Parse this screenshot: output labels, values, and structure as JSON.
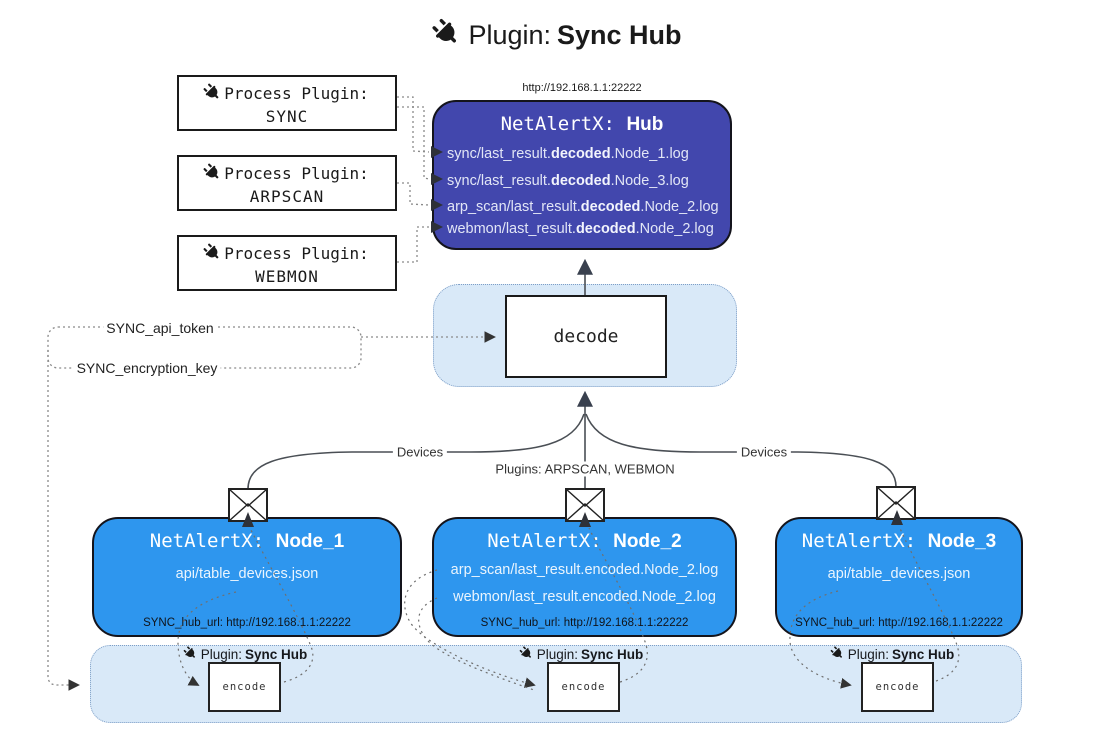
{
  "title": {
    "icon": "plug-icon",
    "prefix": "Plugin:",
    "name": "Sync Hub"
  },
  "process_plugins": {
    "label": "Process Plugin:",
    "items": [
      {
        "name": "SYNC"
      },
      {
        "name": "ARPSCAN"
      },
      {
        "name": "WEBMON"
      }
    ]
  },
  "hub": {
    "url": "http://192.168.1.1:22222",
    "title_prefix": "NetAlertX:",
    "title_name": "Hub",
    "files": [
      {
        "pre": "sync/last_result.",
        "bold": "decoded",
        "post": ".Node_1.log"
      },
      {
        "pre": "sync/last_result.",
        "bold": "decoded",
        "post": ".Node_3.log"
      },
      {
        "pre": "arp_scan/last_result.",
        "bold": "decoded",
        "post": ".Node_2.log"
      },
      {
        "pre": "webmon/last_result.",
        "bold": "decoded",
        "post": ".Node_2.log"
      }
    ]
  },
  "decode_block": {
    "label": "decode"
  },
  "config": {
    "api_token": "SYNC_api_token",
    "encryption_key": "SYNC_encryption_key"
  },
  "edge_labels": {
    "devices_left": "Devices",
    "plugins_center": "Plugins: ARPSCAN, WEBMON",
    "devices_right": "Devices"
  },
  "nodes": [
    {
      "title_prefix": "NetAlertX:",
      "title_name": "Node_1",
      "files": [
        "api/table_devices.json"
      ],
      "hub_url": "SYNC_hub_url: http://192.168.1.1:22222"
    },
    {
      "title_prefix": "NetAlertX:",
      "title_name": "Node_2",
      "files": [
        "arp_scan/last_result.encoded.Node_2.log",
        "webmon/last_result.encoded.Node_2.log"
      ],
      "hub_url": "SYNC_hub_url: http://192.168.1.1:22222"
    },
    {
      "title_prefix": "NetAlertX:",
      "title_name": "Node_3",
      "files": [
        "api/table_devices.json"
      ],
      "hub_url": "SYNC_hub_url: http://192.168.1.1:22222"
    }
  ],
  "encode_strip": {
    "plugin_prefix": "Plugin:",
    "plugin_name": "Sync Hub",
    "encode_label": "encode"
  },
  "colors": {
    "hub_bg": "#4247ad",
    "node_bg": "#2e96ee",
    "panel_bg": "#d9e9f8",
    "panel_border": "#7e9ec6",
    "hub_text": "#e2e6f6",
    "line_solid": "#4a4f55",
    "line_dotted": "#8a8a8a"
  }
}
